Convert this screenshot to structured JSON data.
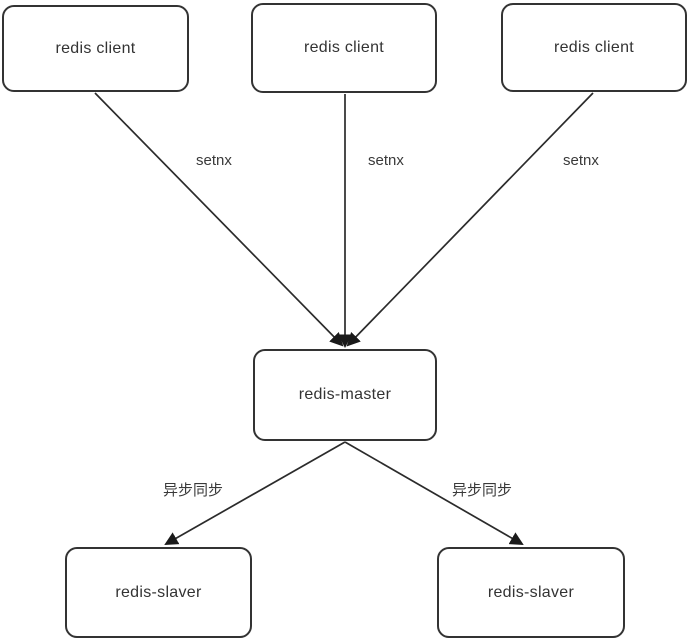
{
  "diagram": {
    "nodes": {
      "client1": {
        "label": "redis client"
      },
      "client2": {
        "label": "redis client"
      },
      "client3": {
        "label": "redis client"
      },
      "master": {
        "label": "redis-master"
      },
      "slaver1": {
        "label": "redis-slaver"
      },
      "slaver2": {
        "label": "redis-slaver"
      }
    },
    "edges": {
      "setnx1": {
        "label": "setnx",
        "from": "client1",
        "to": "master"
      },
      "setnx2": {
        "label": "setnx",
        "from": "client2",
        "to": "master"
      },
      "setnx3": {
        "label": "setnx",
        "from": "client3",
        "to": "master"
      },
      "sync1": {
        "label": "异步同步",
        "from": "master",
        "to": "slaver1"
      },
      "sync2": {
        "label": "异步同步",
        "from": "master",
        "to": "slaver2"
      }
    },
    "colors": {
      "background": "#ffffff",
      "line": "#2b2b2b",
      "arrowhead": "#1a1a1a",
      "node_border": "#333333",
      "node_fill": "#ffffff",
      "text": "#333333"
    }
  }
}
